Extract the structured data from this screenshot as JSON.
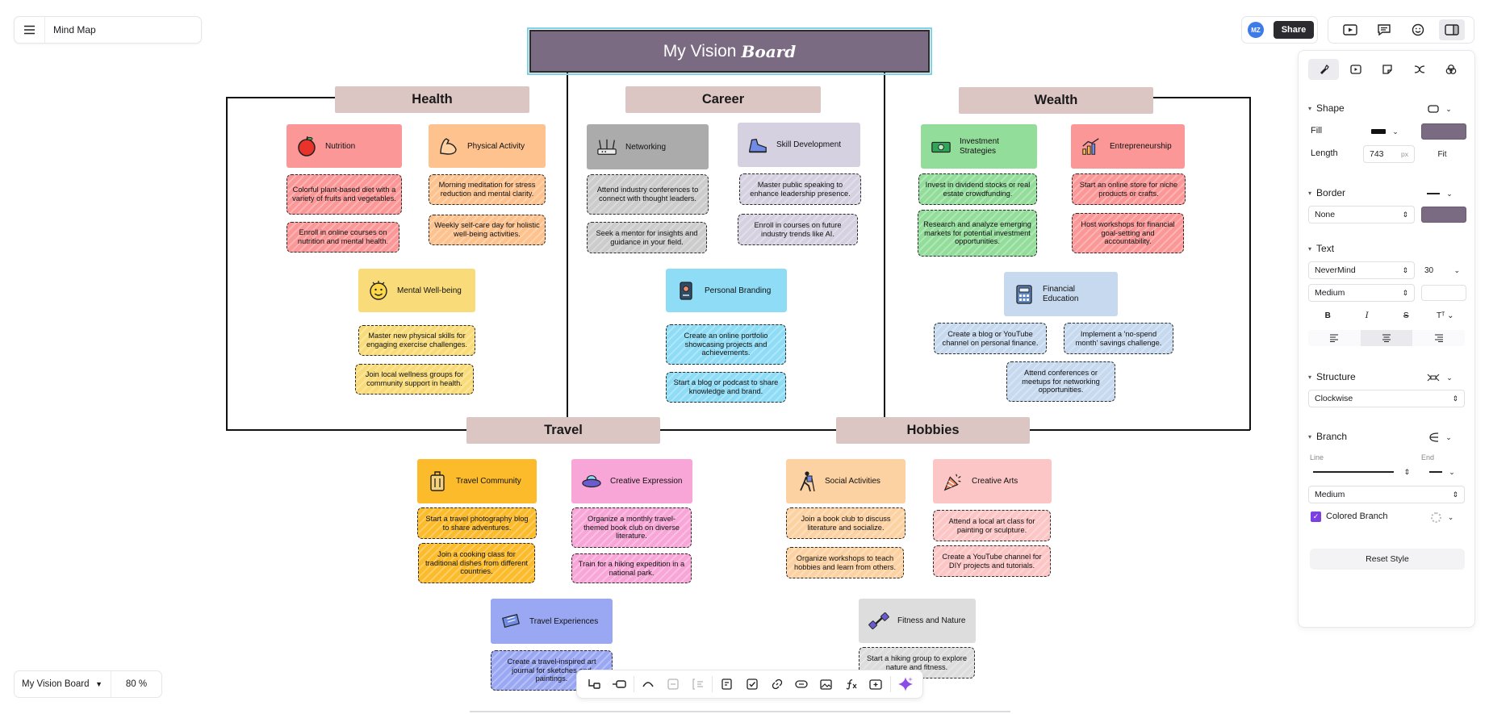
{
  "app": {
    "doc_title": "Mind Map",
    "board_name": "My Vision Board",
    "zoom": "80 %",
    "avatar_initials": "MZ",
    "share_label": "Share"
  },
  "colors": {
    "title_fill": "#7a6a82",
    "category_fill": "#dcc6c3",
    "accent": "#7b3fe4"
  },
  "style_panel": {
    "shape_label": "Shape",
    "fill_label": "Fill",
    "length_label": "Length",
    "length_value": "743",
    "length_unit": "px",
    "fit_label": "Fit",
    "border_label": "Border",
    "border_value": "None",
    "text_label": "Text",
    "font_name": "NeverMind",
    "font_size": "30",
    "font_weight": "Medium",
    "structure_label": "Structure",
    "structure_value": "Clockwise",
    "branch_label": "Branch",
    "line_label": "Line",
    "end_label": "End",
    "branch_weight": "Medium",
    "colored_branch_label": "Colored Branch",
    "reset_label": "Reset Style"
  },
  "map": {
    "title_main": "My Vision",
    "title_accent": "Board",
    "categories": {
      "health": "Health",
      "career": "Career",
      "wealth": "Wealth",
      "travel": "Travel",
      "hobbies": "Hobbies"
    },
    "nodes": {
      "nutrition": "Nutrition",
      "physical": "Physical Activity",
      "mental": "Mental Well-being",
      "networking": "Networking",
      "skill": "Skill Development",
      "branding": "Personal Branding",
      "investment": "Investment Strategies",
      "entrepreneurship": "Entrepreneurship",
      "fin_edu": "Financial Education",
      "travel_comm": "Travel Community",
      "creative_exp": "Creative Expression",
      "travel_exp": "Travel Experiences",
      "social": "Social Activities",
      "creative_arts": "Creative Arts",
      "fitness": "Fitness and Nature"
    },
    "leaves": {
      "nut1": "Colorful plant-based diet with a variety of fruits and vegetables.",
      "nut2": "Enroll in online courses on nutrition and mental health.",
      "phy1": "Morning meditation for stress reduction and mental clarity.",
      "phy2": "Weekly self-care day for holistic well-being activities.",
      "men1": "Master new physical skills for engaging exercise challenges.",
      "men2": "Join local wellness groups for community support in health.",
      "net1": "Attend industry conferences to connect with thought leaders.",
      "net2": "Seek a mentor for insights and guidance in your field.",
      "ski1": "Master public speaking to enhance leadership presence.",
      "ski2": "Enroll in courses on future industry trends like AI.",
      "bra1": "Create an online portfolio showcasing projects and achievements.",
      "bra2": "Start a blog or podcast to share knowledge and brand.",
      "inv1": "Invest in dividend stocks or real estate crowdfunding.",
      "inv2": "Research and analyze emerging markets for potential investment opportunities.",
      "ent1": "Start an online store for niche products or crafts.",
      "ent2": "Host workshops for financial goal-setting and accountability.",
      "fin1": "Create a blog or YouTube channel on personal finance.",
      "fin2": "Implement a 'no-spend month' savings challenge.",
      "fin3": "Attend conferences or meetups for networking opportunities.",
      "tc1": "Start a travel photography blog to share adventures.",
      "tc2": "Join a cooking class for traditional dishes from different countries.",
      "ce1": "Organize a monthly travel-themed book club on diverse literature.",
      "ce2": "Train for a hiking expedition in a national park.",
      "te1": "Create a travel-inspired art journal for sketches and paintings.",
      "so1": "Join a book club to discuss literature and socialize.",
      "so2": "Organize workshops to teach hobbies and learn from others.",
      "ca1": "Attend a local art class for painting or sculpture.",
      "ca2": "Create a YouTube channel for DIY projects and tutorials.",
      "fn1": "Start a hiking group to explore nature and fitness."
    }
  }
}
